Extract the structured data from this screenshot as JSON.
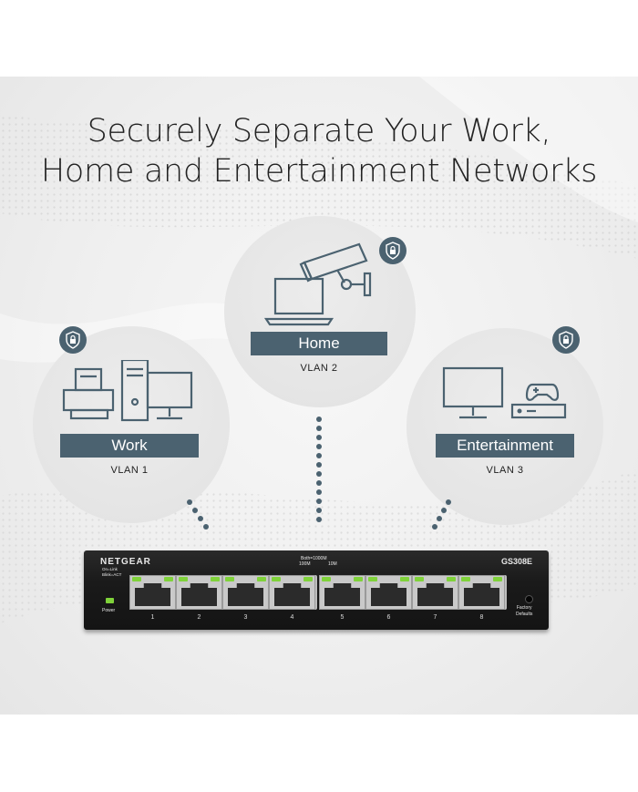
{
  "headline": {
    "line1": "Securely Separate Your Work,",
    "line2": "Home and Entertainment Networks"
  },
  "networks": {
    "home": {
      "label": "Home",
      "vlan": "VLAN 2"
    },
    "work": {
      "label": "Work",
      "vlan": "VLAN 1"
    },
    "entertainment": {
      "label": "Entertainment",
      "vlan": "VLAN 3"
    }
  },
  "switch": {
    "brand": "NETGEAR",
    "model": "GS308E",
    "legend_speed": "Both=1000M",
    "legend_100": "100M",
    "legend_10": "10M",
    "legend_link_1": "On=Link",
    "legend_link_2": "Blink=ACT",
    "power_label": "Power",
    "factory_1": "Factory",
    "factory_2": "Defaults",
    "ports": [
      "1",
      "2",
      "3",
      "4",
      "5",
      "6",
      "7",
      "8"
    ]
  },
  "colors": {
    "banner": "#4b6270",
    "led": "#7fd23a",
    "switch_body": "#1a1a1a"
  },
  "icons": {
    "shield": "shield-lock-icon",
    "work": [
      "printer-icon",
      "desktop-tower-icon",
      "monitor-icon"
    ],
    "home": [
      "laptop-icon",
      "security-camera-icon"
    ],
    "entertainment": [
      "tv-icon",
      "game-console-icon",
      "gamepad-icon"
    ]
  }
}
